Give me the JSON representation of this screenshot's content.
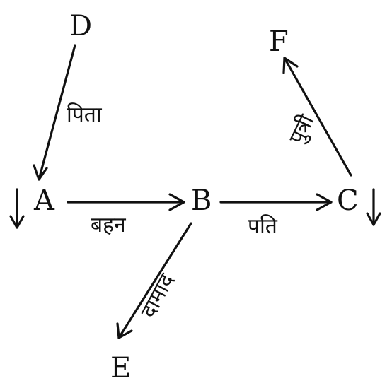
{
  "colors": {
    "ink": "#111111",
    "background": "#ffffff"
  },
  "nodes": {
    "A": "A",
    "B": "B",
    "C": "C",
    "D": "D",
    "E": "E",
    "F": "F"
  },
  "edges": [
    {
      "from": "D",
      "to": "A",
      "label": "पिता"
    },
    {
      "from": "A",
      "to": "B",
      "label": "बहन"
    },
    {
      "from": "B",
      "to": "C",
      "label": "पति"
    },
    {
      "from": "B",
      "to": "E",
      "label": "दामाद"
    },
    {
      "from": "C",
      "to": "F",
      "label": "पुत्री"
    }
  ],
  "gender_markers": [
    {
      "node": "A",
      "icon": "down-arrow-icon"
    },
    {
      "node": "C",
      "icon": "down-arrow-icon"
    }
  ]
}
